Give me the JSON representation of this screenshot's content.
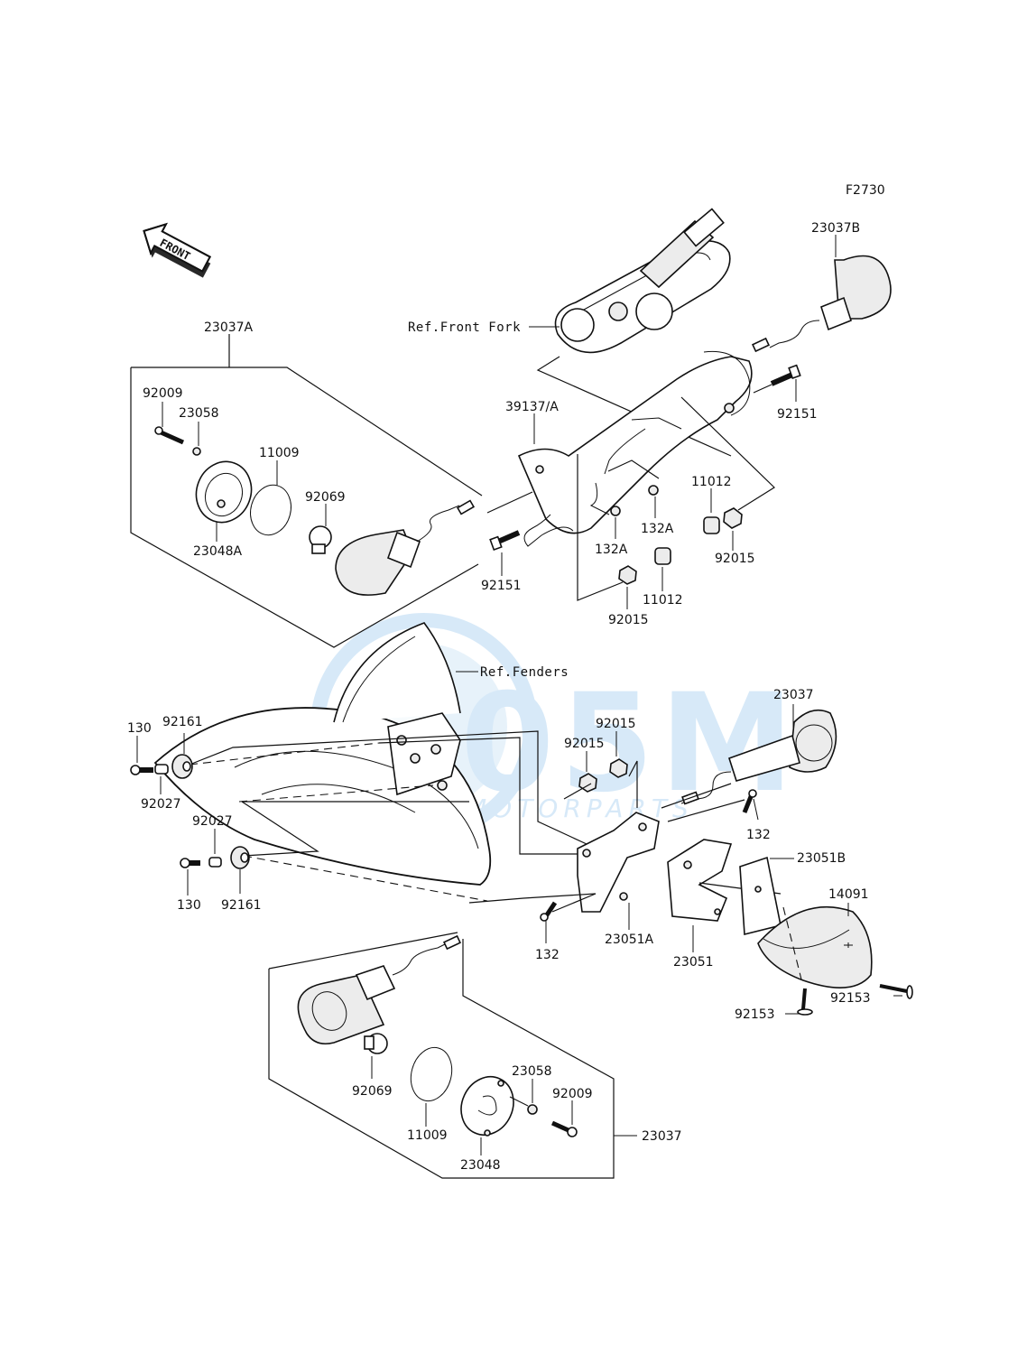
{
  "diagram": {
    "figure_code": "F2730",
    "direction_label": "FRONT",
    "watermark": {
      "brand": "05M",
      "subtitle": "MOTORPARTS"
    },
    "references": {
      "front_fork": "Ref.Front Fork",
      "fenders": "Ref.Fenders"
    },
    "assemblies": {
      "front_left_signal": "23037A",
      "rear_right_signal_top": "23037B",
      "rear_signal": "23037",
      "lower_signal": "23037"
    },
    "labels": {
      "p92009_a": "92009",
      "p23058_a": "23058",
      "p11009_a": "11009",
      "p92069_a": "92069",
      "p23048A": "23048A",
      "p39137A": "39137/A",
      "p92151_a": "92151",
      "p92151_b": "92151",
      "p132A_a": "132A",
      "p132A_b": "132A",
      "p11012_a": "11012",
      "p11012_b": "11012",
      "p92015_a": "92015",
      "p92015_b": "92015",
      "p92015_c": "92015",
      "p92015_d": "92015",
      "p130_a": "130",
      "p130_b": "130",
      "p92161_a": "92161",
      "p92161_b": "92161",
      "p92027_a": "92027",
      "p92027_b": "92027",
      "p132_a": "132",
      "p132_b": "132",
      "p23051B": "23051B",
      "p23051A": "23051A",
      "p23051": "23051",
      "p14091": "14091",
      "p92153_a": "92153",
      "p92153_b": "92153",
      "p92069_b": "92069",
      "p11009_b": "11009",
      "p23048": "23048",
      "p23058_b": "23058",
      "p92009_b": "92009"
    }
  },
  "colors": {
    "ink": "#111111",
    "watermark": "#4d9fe0"
  }
}
